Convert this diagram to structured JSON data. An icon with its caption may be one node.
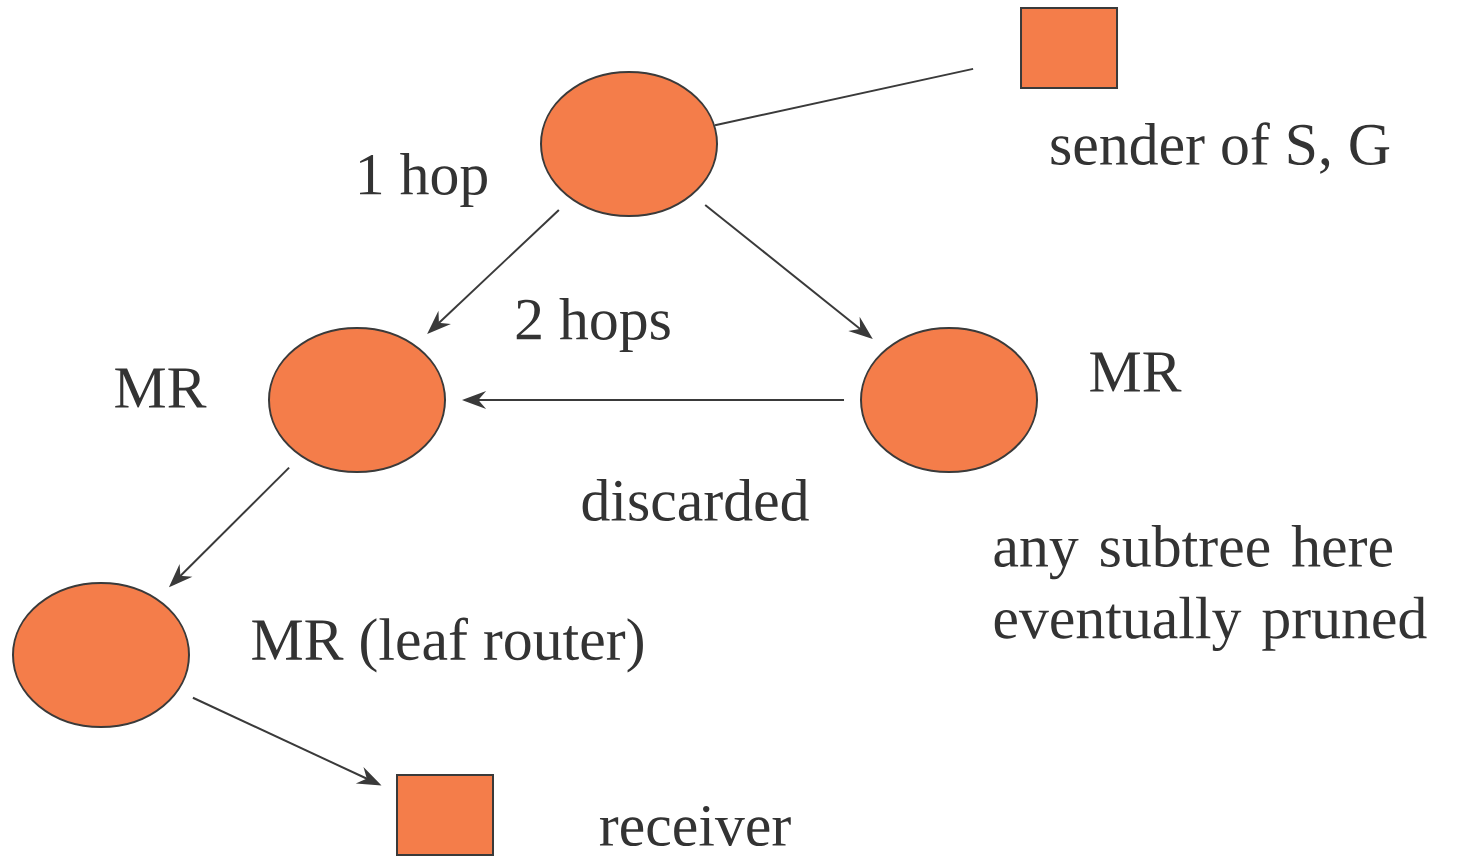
{
  "diagram": {
    "nodes": [
      {
        "text": [],
        "shape": "circle"
      },
      {
        "text": [],
        "shape": "box",
        "beside": [
          "sender of S, G"
        ]
      },
      {
        "text": [],
        "shape": "circle",
        "beside": [
          "MR"
        ]
      },
      {
        "text": [],
        "shape": "circle",
        "beside": [
          "MR"
        ]
      },
      {
        "text": [],
        "shape": "circle",
        "beside": [
          "MR (leaf router)"
        ]
      },
      {
        "text": [],
        "shape": "box",
        "beside": [
          "receiver"
        ]
      }
    ],
    "edges": [
      {
        "from": 0,
        "to": 1,
        "arrow": "none"
      },
      {
        "from": 0,
        "to": 2,
        "arrow": "to",
        "label": "1 hop"
      },
      {
        "from": 0,
        "to": 3,
        "arrow": "to"
      },
      {
        "from": 3,
        "to": 2,
        "arrow": "to",
        "label": "discarded"
      },
      {
        "from": 2,
        "to": 4,
        "arrow": "to"
      },
      {
        "from": 4,
        "to": 5,
        "arrow": "to"
      }
    ],
    "labels": [
      "2 hops",
      "any subtree here eventually pruned"
    ]
  }
}
